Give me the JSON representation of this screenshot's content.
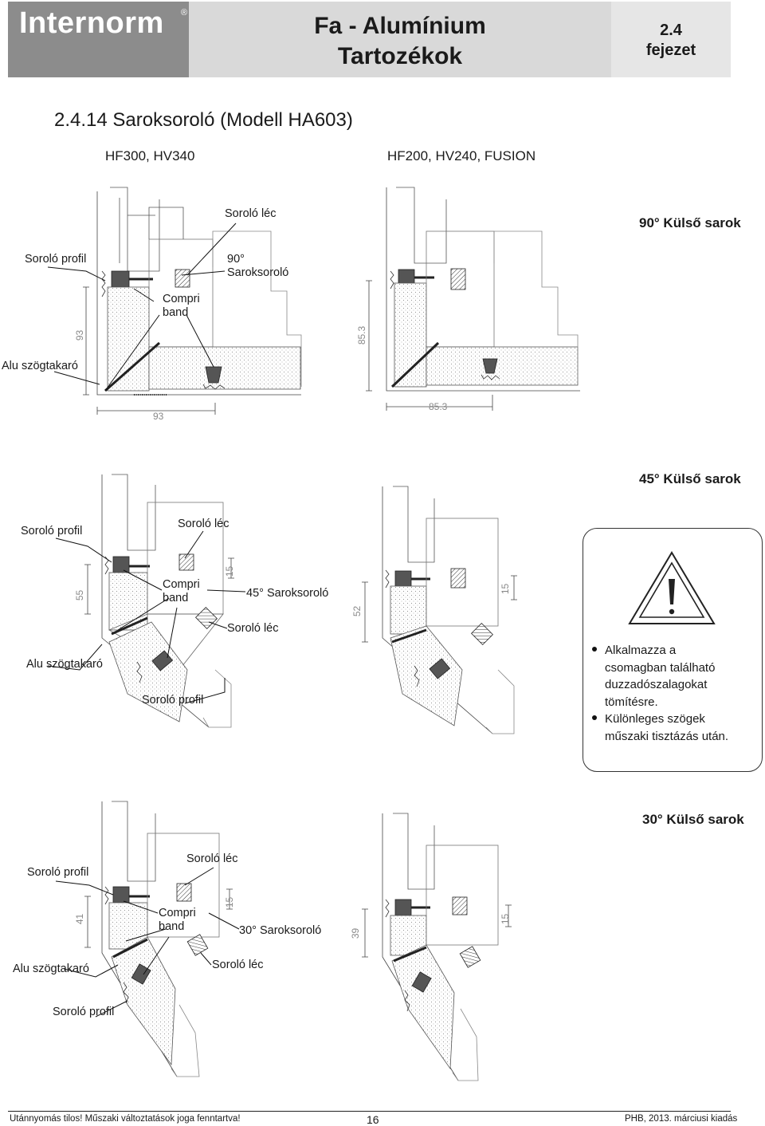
{
  "header": {
    "brand": "Internorm",
    "registered": "®",
    "title_line1": "Fa - Alumínium",
    "title_line2": "Tartozékok",
    "chapter_num": "2.4",
    "chapter_word": "fejezet"
  },
  "section_title": "2.4.14 Saroksoroló (Modell HA603)",
  "columns": {
    "left": "HF300, HV340",
    "right": "HF200, HV240, FUSION"
  },
  "diagram90": {
    "corner": "90° Külső sarok",
    "soroló_léc": "Soroló léc",
    "soroló_profil": "Soroló profil",
    "saroksoroló_1": "90°",
    "saroksoroló_2": "Saroksoroló",
    "compri_1": "Compri",
    "compri_2": "band",
    "alu": "Alu szögtakaró",
    "dim_left_v": "93",
    "dim_left_h": "93",
    "dim_right_v": "85.3",
    "dim_right_h": "85.3"
  },
  "diagram45": {
    "corner": "45° Külső sarok",
    "soroló_profil": "Soroló profil",
    "soroló_léc": "Soroló léc",
    "compri_1": "Compri",
    "compri_2": "band",
    "saroksoroló": "45° Saroksoroló",
    "soroló_léc_2": "Soroló léc",
    "alu": "Alu szögtakaró",
    "soroló_profil_2": "Soroló profil",
    "dim_left": "55",
    "dim_left_15": "15",
    "dim_right": "52",
    "dim_right_15": "15"
  },
  "warning": {
    "items": [
      "Alkalmazza a",
      "csomagban található",
      "duzzadószalagokat",
      "tömítésre.",
      "Különleges szögek",
      "műszaki tisztázás után."
    ]
  },
  "diagram30": {
    "corner": "30° Külső sarok",
    "soroló_profil": "Soroló profil",
    "soroló_léc": "Soroló léc",
    "compri_1": "Compri",
    "compri_2": "band",
    "saroksoroló": "30° Saroksoroló",
    "alu": "Alu szögtakaró",
    "soroló_léc_2": "Soroló léc",
    "soroló_profil_2": "Soroló profil",
    "dim_left": "41",
    "dim_left_15": "15",
    "dim_right": "39",
    "dim_right_15": "15"
  },
  "footer": {
    "left": "Utánnyomás tilos! Műszaki változtatások joga fenntartva!",
    "page": "16",
    "right": "PHB, 2013. márciusi kiadás"
  }
}
